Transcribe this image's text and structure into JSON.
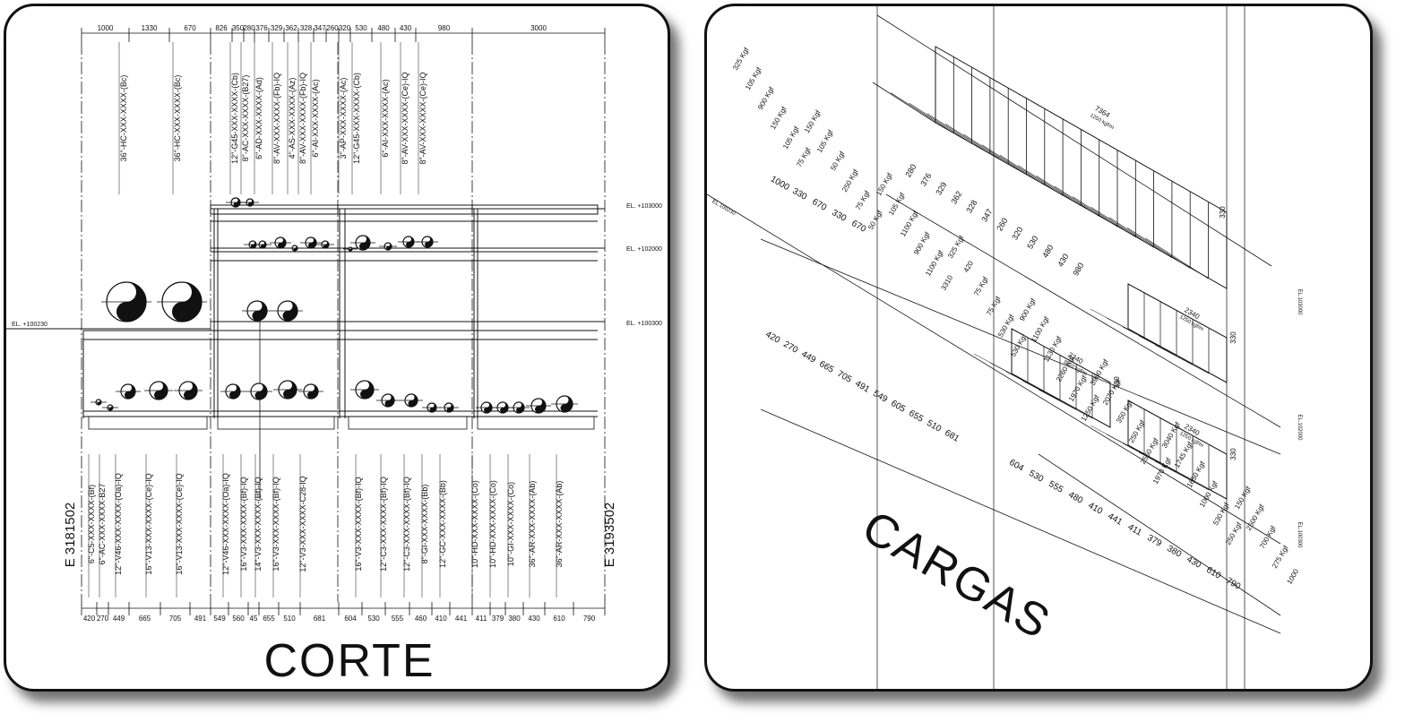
{
  "corte": {
    "title": "CORTE",
    "top_dims": [
      "1000",
      "1330",
      "670",
      "826",
      "350",
      "280",
      "376",
      "329",
      "362",
      "328",
      "347",
      "260",
      "320",
      "530",
      "480",
      "430",
      "980",
      "3000"
    ],
    "bottom_dims": [
      "420",
      "270",
      "449",
      "665",
      "705",
      "491",
      "549",
      "560",
      "45",
      "655",
      "510",
      "681",
      "604",
      "530",
      "555",
      "460",
      "410",
      "441",
      "411",
      "379",
      "380",
      "430",
      "610",
      "790"
    ],
    "elevations": [
      "EL. +103000",
      "EL. +102000",
      "EL. +100300",
      "EL. +100230"
    ],
    "east_left": "E 3181502",
    "east_right": "E 3193502",
    "top_labels": [
      "36\"-HC-XXX-XXXX-(Bc)",
      "36\"-HC-XXX-XXXX-(Bc)",
      "12\"-G45-XXX-XXXX-(Cb)",
      "8\"-AC-XXX-XXXX-(B27)",
      "6\"-AD-XXX-XXXX-(Ad)",
      "8\"-AV-XXX-XXXX-(Fb)-IQ",
      "4\"-AS-XXX-XXXX-(Az)",
      "8\"-AV-XXX-XXXX-(Fb)-IQ",
      "6\"-AI-XXX-XXXX-(Ac)",
      "3\"-AP-XXX-XXXX-(Ac)",
      "12\"-G45-XXX-XXXX-(Cb)",
      "6\"-AI-XXX-XXXX-(Ac)",
      "8\"-AV-XXX-XXXX-(Ce)-IQ",
      "8\"-AV-XXX-XXXX-(Ce)-IQ"
    ],
    "bottom_labels": [
      "6\"-C5-XXX-XXXX-(Bf)",
      "6\"-AC-XXX-XXXX-B27",
      "12\"-V46-XXX-XXXX-(Oa)-IQ",
      "16\"-V13-XXX-XXXX-(Ce)-IQ",
      "16\"-V13-XXX-XXXX-(Ce)-IQ",
      "12\"-V46-XXX-XXXX-(Oa)-IQ",
      "16\"-V3-XXX-XXXX-(Bf)-IQ",
      "14\"-V3-XXX-XXXX-(Bf)-IQ",
      "16\"-V3-XXX-XXXX-(Bf)-IQ",
      "12\"-V3-XXX-XXXX-C28-IQ",
      "16\"-V3-XXX-XXXX-(Bf)-IQ",
      "12\"-C3-XXX-XXXX-(Bf)-IQ",
      "12\"-C3-XXX-XXXX-(Bf)-IQ",
      "8\"-GI-XXX-XXXX-(Bb)",
      "12\"-GC-XXX-XXXX-(Bb)",
      "10\"-HD-XXX-XXXX-(Co)",
      "10\"-HD-XXX-XXXX-(Co)",
      "10\"-GI-XXX-XXXX-(Co)",
      "36\"-AR-XXX-XXXX-(Ab)",
      "36\"-AR-XXX-XXXX-(Ab)"
    ]
  },
  "cargas": {
    "title": "CARGAS",
    "elevations": [
      "EL.100230",
      "EL.103000",
      "EL.102000",
      "EL.100300"
    ],
    "dims_a": [
      "1000",
      "330",
      "670",
      "330",
      "670"
    ],
    "dims_b": [
      "280",
      "376",
      "329",
      "362",
      "328",
      "347",
      "260",
      "320",
      "530",
      "480",
      "430",
      "980"
    ],
    "dims_c": [
      "420",
      "270",
      "449",
      "665",
      "705",
      "491",
      "549",
      "605",
      "655",
      "510",
      "681"
    ],
    "dims_d": [
      "604",
      "530",
      "555",
      "480",
      "410",
      "441",
      "411",
      "379",
      "380",
      "430",
      "610",
      "790"
    ],
    "spans": [
      "7364",
      "2340",
      "2340",
      "2340",
      "330",
      "330",
      "330",
      "330"
    ],
    "load_labels": [
      "1250 kgf/m",
      "1250 kgf/m",
      "1250 kgf/m",
      "1250 kgf/m"
    ],
    "loads": [
      "325 Kgf",
      "105 Kgf",
      "900 Kgf",
      "150 Kgf",
      "105 Kgf",
      "75 Kgf",
      "150 Kgf",
      "105 Kgf",
      "50 Kgf",
      "250 Kgf",
      "75 Kgf",
      "50 Kgf",
      "150 Kgf",
      "105 Kgf",
      "1100 Kgf",
      "900 Kgf",
      "1100 Kgf",
      "3310",
      "325 Kgf",
      "420",
      "75 Kgf",
      "75 Kgf",
      "530 Kgf",
      "530 Kgf",
      "900 Kgf",
      "1100 Kgf",
      "1130 Kgf",
      "2260 Kgf",
      "1970 Kgf",
      "1250 Kgf",
      "3980 Kgf",
      "2070 Kgf",
      "350 Kgf",
      "250 Kgf",
      "2550 Kgf",
      "1970 Kgf",
      "3040 Kgf",
      "1745 Kgf",
      "1650 Kgf",
      "1000 Kgf",
      "530 Kgf",
      "250 Kgf",
      "150 Kgf",
      "2500 Kgf",
      "700 Kgf",
      "275 Kgf",
      "1000"
    ]
  }
}
